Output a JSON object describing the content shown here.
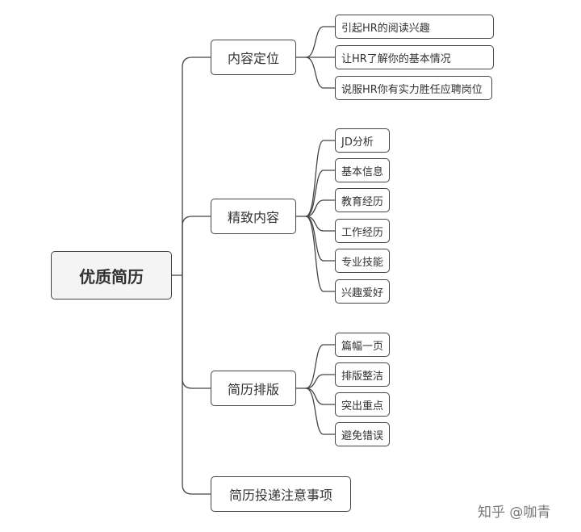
{
  "root": {
    "label": "优质简历"
  },
  "branches": [
    {
      "label": "内容定位",
      "children": [
        "引起HR的阅读兴趣",
        "让HR了解你的基本情况",
        "说服HR你有实力胜任应聘岗位"
      ]
    },
    {
      "label": "精致内容",
      "children": [
        "JD分析",
        "基本信息",
        "教育经历",
        "工作经历",
        "专业技能",
        "兴趣爱好"
      ]
    },
    {
      "label": "简历排版",
      "children": [
        "篇幅一页",
        "排版整洁",
        "突出重点",
        "避免错误"
      ]
    },
    {
      "label": "简历投递注意事项",
      "children": []
    }
  ],
  "watermark": "知乎 @咖青",
  "colors": {
    "line": "#444444",
    "root_fill": "#f4f4f4",
    "node_fill": "#ffffff"
  }
}
